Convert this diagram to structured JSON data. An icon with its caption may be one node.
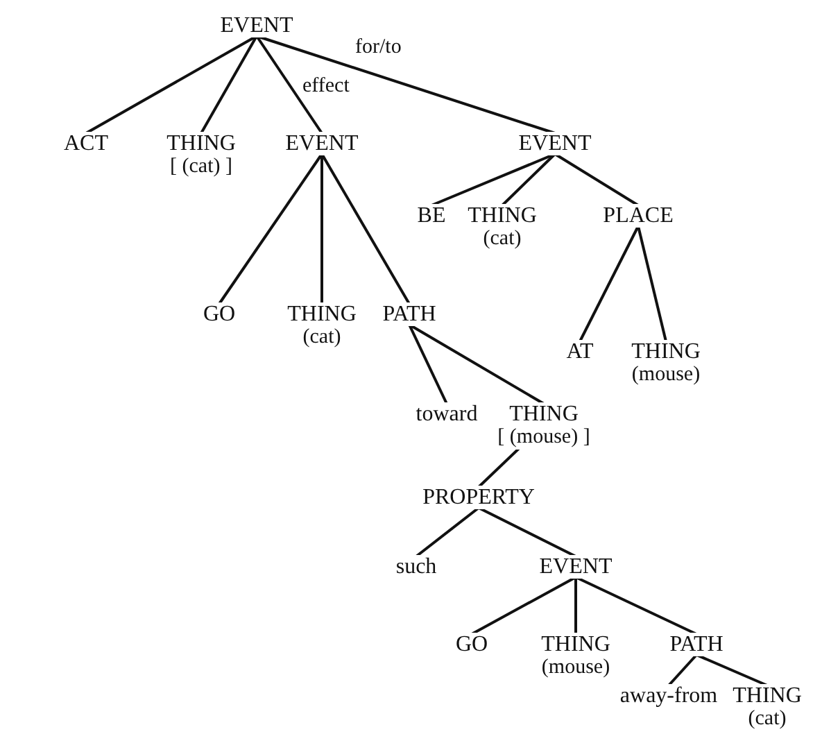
{
  "diagram": {
    "nodes": [
      {
        "text": [
          "EVENT"
        ]
      },
      {
        "text": [
          "ACT"
        ]
      },
      {
        "text": [
          "THING",
          "[ (cat) ]"
        ]
      },
      {
        "text": [
          "EVENT"
        ]
      },
      {
        "text": [
          "EVENT"
        ]
      },
      {
        "text": [
          "BE"
        ]
      },
      {
        "text": [
          "THING",
          "(cat)"
        ]
      },
      {
        "text": [
          "PLACE"
        ]
      },
      {
        "text": [
          "GO"
        ]
      },
      {
        "text": [
          "THING",
          "(cat)"
        ]
      },
      {
        "text": [
          "PATH"
        ]
      },
      {
        "text": [
          "AT"
        ]
      },
      {
        "text": [
          "THING",
          "(mouse)"
        ]
      },
      {
        "text": [
          "toward"
        ]
      },
      {
        "text": [
          "THING",
          "[ (mouse) ]"
        ]
      },
      {
        "text": [
          "PROPERTY"
        ]
      },
      {
        "text": [
          "such"
        ]
      },
      {
        "text": [
          "EVENT"
        ]
      },
      {
        "text": [
          "GO"
        ]
      },
      {
        "text": [
          "THING",
          "(mouse)"
        ]
      },
      {
        "text": [
          "PATH"
        ]
      },
      {
        "text": [
          "away-from"
        ]
      },
      {
        "text": [
          "THING",
          "(cat)"
        ]
      }
    ],
    "edges": [
      {
        "from": 0,
        "to": 1,
        "arrow": "none"
      },
      {
        "from": 0,
        "to": 2,
        "arrow": "none"
      },
      {
        "from": 0,
        "to": 3,
        "arrow": "none",
        "label": "effect"
      },
      {
        "from": 0,
        "to": 4,
        "arrow": "none",
        "label": "for/to"
      },
      {
        "from": 3,
        "to": 8,
        "arrow": "none"
      },
      {
        "from": 3,
        "to": 9,
        "arrow": "none"
      },
      {
        "from": 3,
        "to": 10,
        "arrow": "none"
      },
      {
        "from": 4,
        "to": 5,
        "arrow": "none"
      },
      {
        "from": 4,
        "to": 6,
        "arrow": "none"
      },
      {
        "from": 4,
        "to": 7,
        "arrow": "none"
      },
      {
        "from": 7,
        "to": 11,
        "arrow": "none"
      },
      {
        "from": 7,
        "to": 12,
        "arrow": "none"
      },
      {
        "from": 10,
        "to": 13,
        "arrow": "none"
      },
      {
        "from": 10,
        "to": 14,
        "arrow": "none"
      },
      {
        "from": 14,
        "to": 15,
        "arrow": "none"
      },
      {
        "from": 15,
        "to": 16,
        "arrow": "none"
      },
      {
        "from": 15,
        "to": 17,
        "arrow": "none"
      },
      {
        "from": 17,
        "to": 18,
        "arrow": "none"
      },
      {
        "from": 17,
        "to": 19,
        "arrow": "none"
      },
      {
        "from": 17,
        "to": 20,
        "arrow": "none"
      },
      {
        "from": 20,
        "to": 21,
        "arrow": "none"
      },
      {
        "from": 20,
        "to": 22,
        "arrow": "none"
      }
    ]
  }
}
